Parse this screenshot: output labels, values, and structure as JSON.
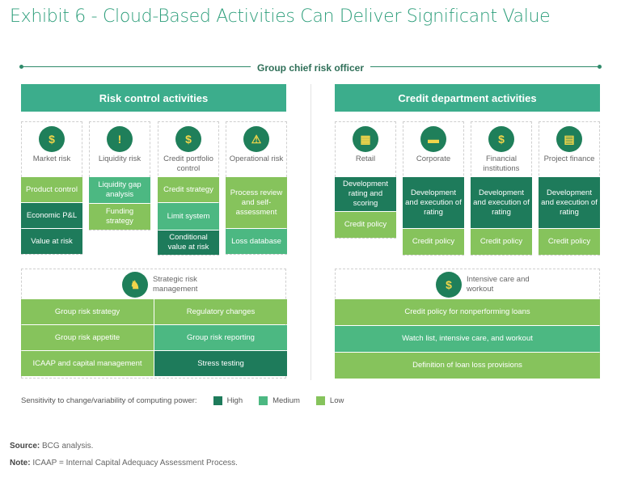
{
  "title": "Exhibit 6 - Cloud-Based Activities Can Deliver Significant Value",
  "top_label": "Group chief risk officer",
  "colors": {
    "high": "#1e7b5b",
    "medium": "#4cb882",
    "low": "#86c35c",
    "header": "#3cad8c"
  },
  "left": {
    "header": "Risk control activities",
    "columns": [
      {
        "label": "Market risk",
        "icon": "lightbulb-dollar-icon",
        "items": [
          {
            "text": "Product control",
            "level": "low"
          },
          {
            "text": "Economic P&L",
            "level": "high"
          },
          {
            "text": "Value at risk",
            "level": "high"
          }
        ]
      },
      {
        "label": "Liquidity risk",
        "icon": "cash-warning-icon",
        "items": [
          {
            "text": "Liquidity gap analysis",
            "level": "medium"
          },
          {
            "text": "Funding strategy",
            "level": "low"
          }
        ]
      },
      {
        "label": "Credit portfolio control",
        "icon": "wallet-dollar-icon",
        "items": [
          {
            "text": "Credit strategy",
            "level": "low"
          },
          {
            "text": "Limit system",
            "level": "medium"
          },
          {
            "text": "Conditional value at risk",
            "level": "high"
          }
        ]
      },
      {
        "label": "Operational risk",
        "icon": "people-warning-icon",
        "items": [
          {
            "text": "Process review and self-assessment",
            "level": "low"
          },
          {
            "text": "Loss database",
            "level": "medium"
          }
        ]
      }
    ],
    "bottom": {
      "label": "Strategic risk management",
      "icon": "chess-chart-icon",
      "items": [
        {
          "text": "Group risk strategy",
          "level": "low"
        },
        {
          "text": "Regulatory changes",
          "level": "low"
        },
        {
          "text": "Group risk appetite",
          "level": "low"
        },
        {
          "text": "Group risk reporting",
          "level": "medium"
        },
        {
          "text": "ICAAP and capital management",
          "level": "low"
        },
        {
          "text": "Stress testing",
          "level": "high"
        }
      ]
    }
  },
  "right": {
    "header": "Credit department activities",
    "columns": [
      {
        "label": "Retail",
        "icon": "storefront-icon",
        "items": [
          {
            "text": "Development rating and scoring",
            "level": "high"
          },
          {
            "text": "Credit policy",
            "level": "low"
          }
        ]
      },
      {
        "label": "Corporate",
        "icon": "briefcase-icon",
        "items": [
          {
            "text": "Development and execution of rating",
            "level": "high"
          },
          {
            "text": "Credit policy",
            "level": "low"
          }
        ]
      },
      {
        "label": "Financial institutions",
        "icon": "bank-icon",
        "items": [
          {
            "text": "Development and execution of rating",
            "level": "high"
          },
          {
            "text": "Credit policy",
            "level": "low"
          }
        ]
      },
      {
        "label": "Project finance",
        "icon": "document-coin-icon",
        "items": [
          {
            "text": "Development and execution of rating",
            "level": "high"
          },
          {
            "text": "Credit policy",
            "level": "low"
          }
        ]
      }
    ],
    "bottom": {
      "label": "Intensive care and workout",
      "icon": "hands-coin-icon",
      "items": [
        {
          "text": "Credit policy for nonperforming loans",
          "level": "low"
        },
        {
          "text": "Watch list, intensive care, and workout",
          "level": "medium"
        },
        {
          "text": "Definition of loan loss provisions",
          "level": "low"
        }
      ]
    }
  },
  "legend": {
    "label": "Sensitivity to change/variability of computing power:",
    "high": "High",
    "medium": "Medium",
    "low": "Low"
  },
  "source": {
    "label": "Source:",
    "text": "BCG analysis."
  },
  "note": {
    "label": "Note:",
    "text": "ICAAP = Internal Capital Adequacy Assessment Process."
  }
}
